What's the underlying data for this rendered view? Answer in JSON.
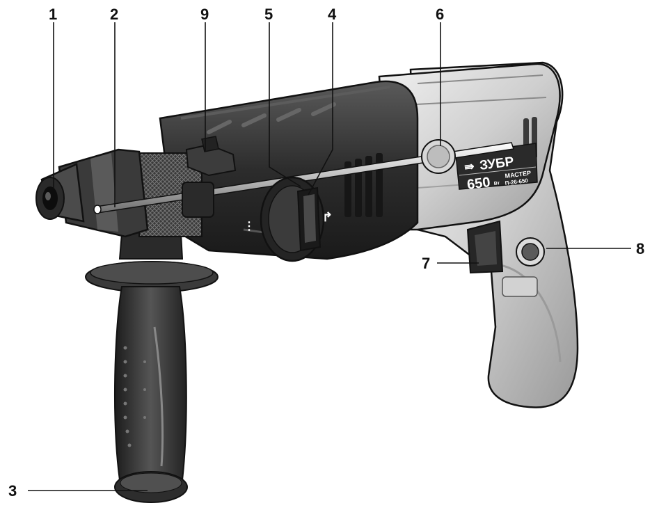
{
  "callouts": {
    "c1": "1",
    "c2": "2",
    "c9": "9",
    "c5": "5",
    "c4": "4",
    "c6": "6",
    "c8": "8",
    "c7": "7",
    "c3": "3"
  },
  "branding": {
    "brand": "ЗУБР",
    "model_power": "650",
    "power_unit": "Вт",
    "series": "МАСТЕР",
    "model_code": "П-26-650"
  },
  "colors": {
    "outline": "#111111",
    "dark_body": "#2e2e2e",
    "mid_gray": "#7a7a7a",
    "light_gray": "#c9c9c9",
    "silver": "#dcdcdc"
  }
}
